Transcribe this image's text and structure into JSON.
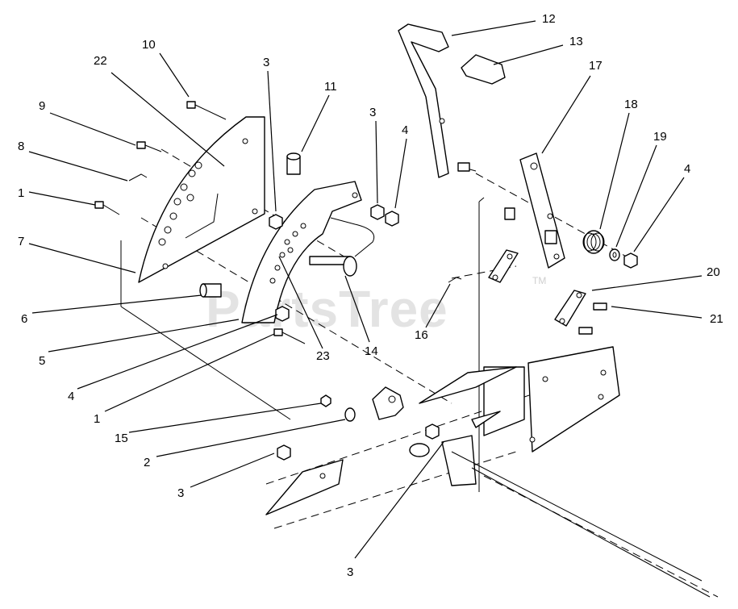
{
  "watermark": {
    "text": "PartsTree",
    "trademark": "TM"
  },
  "callouts": [
    {
      "id": "c12",
      "label": "12"
    },
    {
      "id": "c13",
      "label": "13"
    },
    {
      "id": "c10",
      "label": "10"
    },
    {
      "id": "c22",
      "label": "22"
    },
    {
      "id": "c3a",
      "label": "3"
    },
    {
      "id": "c11",
      "label": "11"
    },
    {
      "id": "c3b",
      "label": "3"
    },
    {
      "id": "c4a",
      "label": "4"
    },
    {
      "id": "c17",
      "label": "17"
    },
    {
      "id": "c18",
      "label": "18"
    },
    {
      "id": "c19",
      "label": "19"
    },
    {
      "id": "c4b",
      "label": "4"
    },
    {
      "id": "c9",
      "label": "9"
    },
    {
      "id": "c8",
      "label": "8"
    },
    {
      "id": "c1a",
      "label": "1"
    },
    {
      "id": "c7",
      "label": "7"
    },
    {
      "id": "c20",
      "label": "20"
    },
    {
      "id": "c21",
      "label": "21"
    },
    {
      "id": "c6",
      "label": "6"
    },
    {
      "id": "c16",
      "label": "16"
    },
    {
      "id": "c5",
      "label": "5"
    },
    {
      "id": "c23",
      "label": "23"
    },
    {
      "id": "c14",
      "label": "14"
    },
    {
      "id": "c4c",
      "label": "4"
    },
    {
      "id": "c1b",
      "label": "1"
    },
    {
      "id": "c15",
      "label": "15"
    },
    {
      "id": "c2",
      "label": "2"
    },
    {
      "id": "c3c",
      "label": "3"
    },
    {
      "id": "c3d",
      "label": "3"
    }
  ]
}
